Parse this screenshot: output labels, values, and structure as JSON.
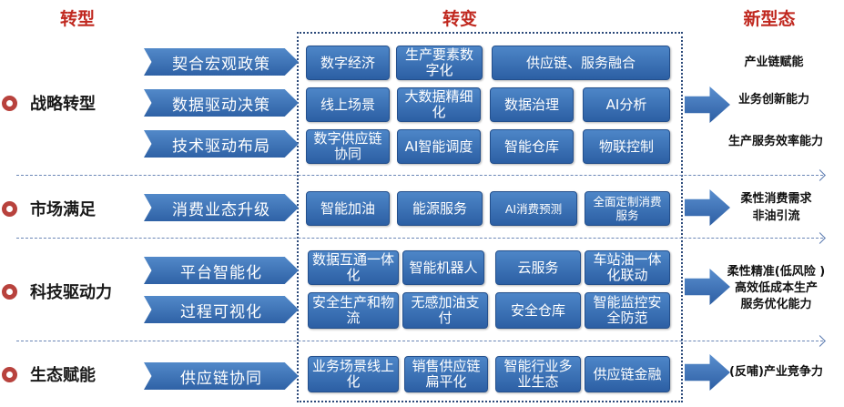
{
  "headers": {
    "left": "转型",
    "middle": "转变",
    "right": "新型态"
  },
  "rows": [
    {
      "label": "战略转型"
    },
    {
      "label": "市场满足"
    },
    {
      "label": "科技驱动力"
    },
    {
      "label": "生态赋能"
    }
  ],
  "subs": [
    "契合宏观政策",
    "数据驱动决策",
    "技术驱动布局",
    "消费业态升级",
    "平台智能化",
    "过程可视化",
    "供应链协同"
  ],
  "boxes": [
    "数字经济",
    "生产要素数字化",
    "供应链、服务融合",
    "线上场景",
    "大数据精细化",
    "数据治理",
    "AI分析",
    "数字供应链协同",
    "AI智能调度",
    "智能仓库",
    "物联控制",
    "智能加油",
    "能源服务",
    "AI消费预测",
    "全面定制消费服务",
    "数据互通一体化",
    "智能机器人",
    "云服务",
    "车站油一体化联动",
    "安全生产和物流",
    "无感加油支付",
    "安全仓库",
    "智能监控安全防范",
    "业务场景线上化",
    "销售供应链扁平化",
    "智能行业多业生态",
    "供应链金融"
  ],
  "outputs": [
    "产业链赋能",
    "业务创新能力",
    "生产服务效率能力",
    "柔性消费需求",
    "非油引流",
    "柔性精准(低风险 )",
    "高效低成本生产",
    "服务优化能力",
    "(反哺)产业竞争力"
  ]
}
